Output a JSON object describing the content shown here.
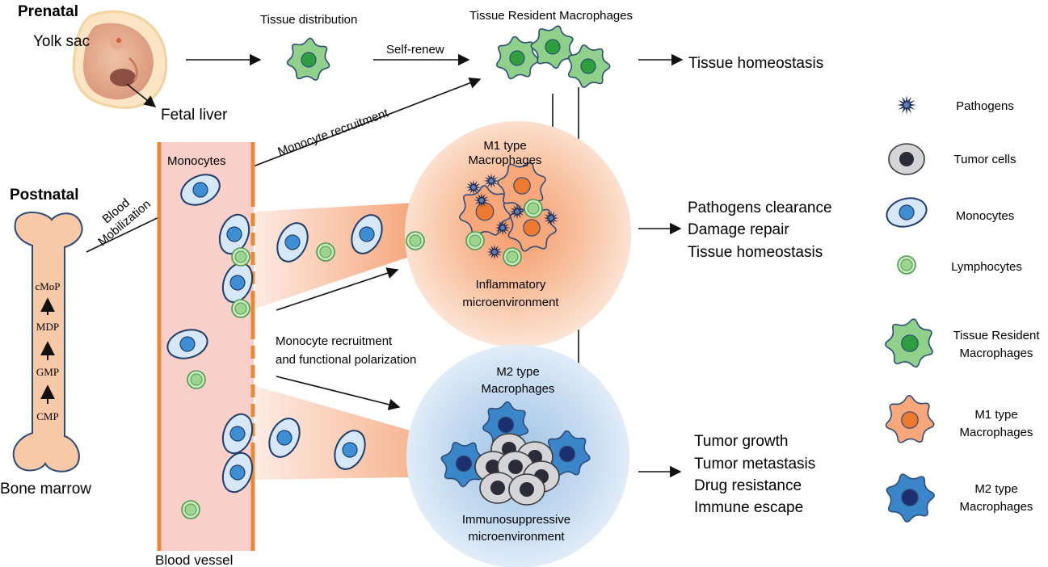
{
  "prenatal": {
    "title": "Prenatal",
    "yolk_sac": "Yolk sac",
    "fetal_liver": "Fetal liver",
    "tissue_distribution": "Tissue distribution",
    "self_renew": "Self-renew",
    "trm_title": "Tissue Resident Macrophages",
    "tissue_homeostasis": "Tissue homeostasis"
  },
  "postnatal": {
    "title": "Postnatal",
    "bone_marrow": "Bone marrow",
    "stages": [
      "cMoP",
      "MDP",
      "GMP",
      "CMP"
    ],
    "blood_mobilization": [
      "Blood",
      "Mobilization"
    ],
    "blood_vessel": "Blood vessel",
    "monocytes": "Monocytes",
    "monocyte_recruitment": "Monocyte recruitment",
    "recruitment_polarization": [
      "Monocyte recruitment",
      "and functional polarization"
    ]
  },
  "m1": {
    "title": [
      "M1 type",
      "Macrophages"
    ],
    "env": [
      "Inflammatory",
      "microenvironment"
    ],
    "outcomes": [
      "Pathogens clearance",
      "Damage repair",
      "Tissue homeostasis"
    ]
  },
  "m2": {
    "title": [
      "M2 type",
      "Macrophages"
    ],
    "env": [
      "Immunosuppressive",
      "microenvironment"
    ],
    "outcomes": [
      "Tumor growth",
      "Tumor metastasis",
      "Drug resistance",
      "Immune escape"
    ]
  },
  "legend": [
    {
      "icon": "pathogen-icon",
      "label": [
        "Pathogens"
      ]
    },
    {
      "icon": "tumor-cell-icon",
      "label": [
        "Tumor cells"
      ]
    },
    {
      "icon": "monocyte-icon",
      "label": [
        "Monocytes"
      ]
    },
    {
      "icon": "lymphocyte-icon",
      "label": [
        "Lymphocytes"
      ]
    },
    {
      "icon": "tissue-resident-macrophage-icon",
      "label": [
        "Tissue Resident",
        "Macrophages"
      ]
    },
    {
      "icon": "m1-macrophage-icon",
      "label": [
        "M1 type",
        "Macrophages"
      ]
    },
    {
      "icon": "m2-macrophage-icon",
      "label": [
        "M2 type",
        "Macrophages"
      ]
    }
  ],
  "colors": {
    "vessel_fill": "#f8cfc9",
    "vessel_wall": "#e8893a",
    "bone": "#f7c9a6",
    "green_cell": "#8fd08a",
    "green_nucleus": "#2f9e3f",
    "orange_cell": "#f7a77a",
    "orange_nucleus": "#ee7a2f",
    "blue_cell": "#3b86c8",
    "blue_nucleus": "#1d2f6e",
    "monocyte_fill": "#d6e8f8",
    "monocyte_nucleus": "#3d8ed3",
    "tumor_fill": "#d5d5d7",
    "tumor_nucleus": "#2a2c38",
    "m1_glow": "#f4a37a",
    "m2_glow": "#b9d4ee"
  }
}
